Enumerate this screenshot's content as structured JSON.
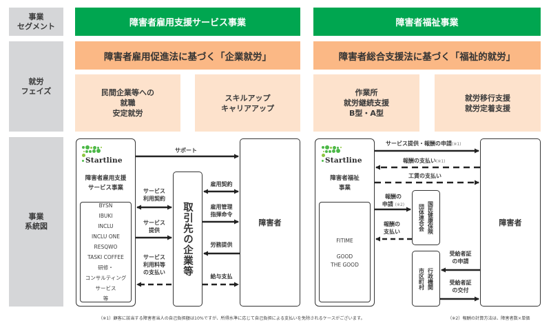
{
  "row_labels": {
    "segment": [
      "事業",
      "セグメント"
    ],
    "phase": [
      "就労",
      "フェイズ"
    ],
    "system": [
      "事業",
      "系統図"
    ]
  },
  "segments": {
    "left": "障害者雇用支援サービス事業",
    "right": "障害者福祉事業"
  },
  "phases": {
    "left_main": "障害者雇用促進法に基づく「企業就労」",
    "right_main": "障害者総合支援法に基づく「福祉的就労」",
    "left_sub": [
      [
        "民間企業等への",
        "就職",
        "安定就労"
      ],
      [
        "スキルアップ",
        "キャリアアップ"
      ]
    ],
    "right_sub": [
      [
        "作業所",
        "就労継続支援",
        "B型・A型"
      ],
      [
        "就労移行支援",
        "就労定着支援"
      ]
    ]
  },
  "left_diagram": {
    "logo_text": "Startline",
    "company_caption": [
      "障害者雇用支援",
      "サービス事業"
    ],
    "services": [
      "BYSN",
      "IBUKI",
      "INCLU",
      "INCLU ONE",
      "RESQWO",
      "TASKI COFFEE",
      "研修・",
      "コンサルティング",
      "サービス",
      "等"
    ],
    "client_box": "取引先の企業等",
    "person_box": "障害者",
    "arrows": {
      "support": "サポート",
      "service_contract": [
        "サービス",
        "利用契約"
      ],
      "service_provision": [
        "サービス",
        "提供"
      ],
      "service_fee": [
        "サービス",
        "利用料等",
        "の支払い"
      ],
      "employment_contract": "雇用契約",
      "employment_management": [
        "雇用管理",
        "指揮命令"
      ],
      "labor_provision": "労務提供",
      "salary_payment": "給与支払"
    }
  },
  "right_diagram": {
    "logo_text": "Startline",
    "company_caption": [
      "障害者福祉",
      "事業"
    ],
    "services": [
      "FITIME",
      "GOOD",
      "THE GOOD"
    ],
    "insurance_box": [
      "国民健康保険",
      "団体連合会"
    ],
    "municipal_box": [
      "行政機関",
      "市区町村"
    ],
    "person_box": "障害者",
    "arrows": {
      "service_claim": "サービス提供・報酬の申請",
      "service_claim_note": "(※1)",
      "fee_payment": "報酬の支払い",
      "fee_payment_note": "(※1)",
      "wage_payment": "工賃の支払い",
      "fee_claim": [
        "報酬の",
        "申請"
      ],
      "fee_claim_note": "(※2)",
      "fee_pay_insurance": [
        "報酬の",
        "支払い"
      ],
      "cert_application": [
        "受給者証",
        "の申請"
      ],
      "cert_issue": [
        "受給者証",
        "の交付"
      ]
    }
  },
  "footnotes": {
    "note1": "（※1）顧客に該当する障害者当人の自己負担額は10%ですが、所得水準に応じて自己負担による支払いを免除されるケースがございます。",
    "note2": "（※2）報酬の計算方法は、障害者数×単価"
  },
  "colors": {
    "segment_green": "#00a650",
    "phase_orange": "#fbb885",
    "phase_light": "#fde2cc",
    "label_gray": "#d5d6d8",
    "logo_green": "#4cb848"
  }
}
